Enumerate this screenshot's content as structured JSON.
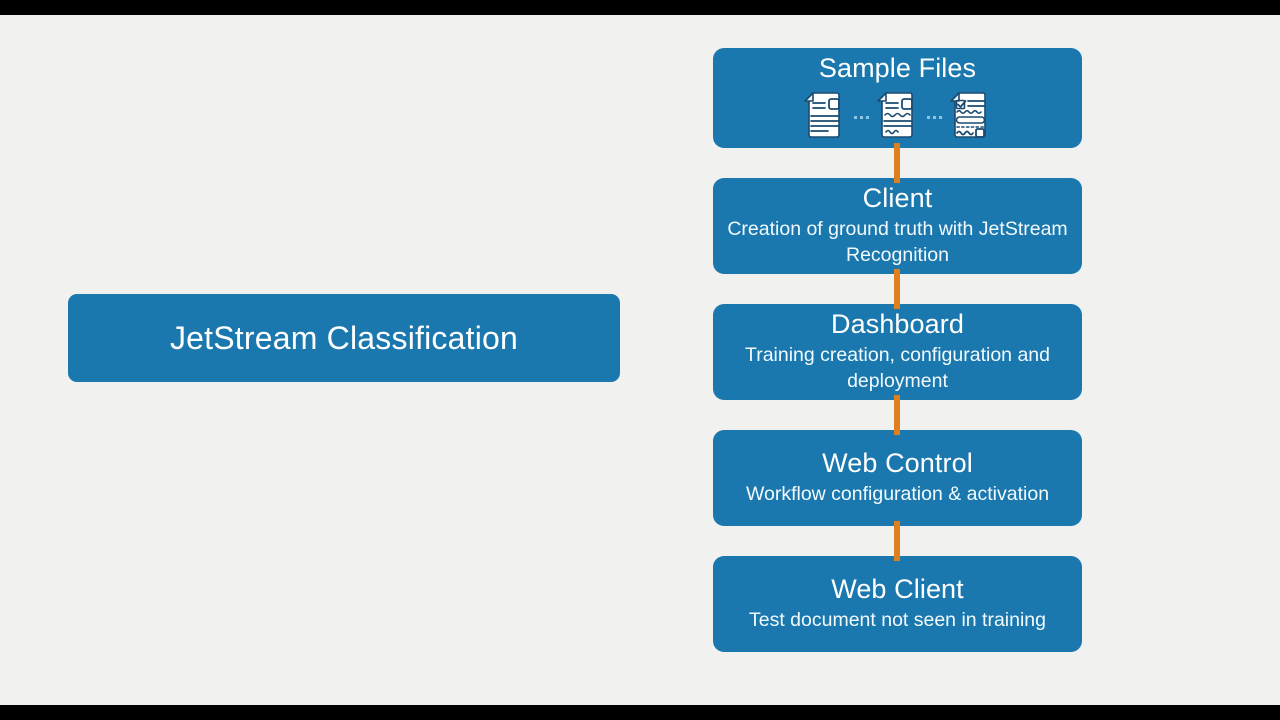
{
  "colors": {
    "background": "#f1f1f0",
    "letterbox": "#000000",
    "card_blue": "#1b78ae",
    "connector_orange": "#e07f1e",
    "text_white": "#ffffff",
    "subtitle_white": "#f2fafd"
  },
  "hero": {
    "label": "JetStream Classification"
  },
  "flow": {
    "steps": [
      {
        "title": "Sample Files",
        "subtitle": "",
        "icons": [
          "document-icon",
          "document-icon",
          "document-form-icon"
        ]
      },
      {
        "title": "Client",
        "subtitle": "Creation of ground truth with JetStream Recognition",
        "icons": []
      },
      {
        "title": "Dashboard",
        "subtitle": "Training creation, configuration and deployment",
        "icons": []
      },
      {
        "title": "Web Control",
        "subtitle": "Workflow configuration & activation",
        "icons": []
      },
      {
        "title": "Web Client",
        "subtitle": "Test document not seen in training",
        "icons": []
      }
    ]
  }
}
